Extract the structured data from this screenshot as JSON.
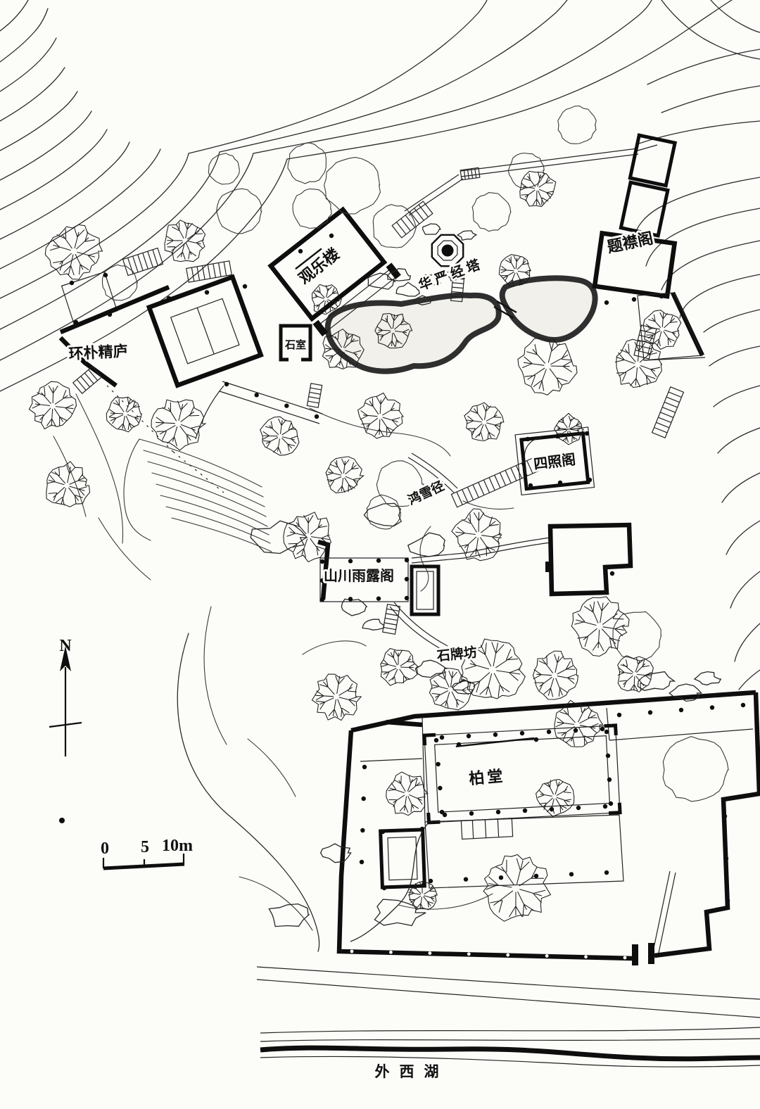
{
  "labels": {
    "tijinge": "题襟阁",
    "guanlelou": "观乐楼",
    "huayanjingta": "华严经塔",
    "huanpujinglu": "环朴精庐",
    "shishi": "石室",
    "sizhaoge": "四照阁",
    "hongxuejing": "鸿雪径",
    "shanchuanyuluge": "山川雨露阁",
    "shipaifang": "石牌坊",
    "baitang": "柏堂",
    "waixihu": "外西湖"
  },
  "compass": {
    "letter": "N"
  },
  "scale_bar": {
    "t0": "0",
    "t1": "5",
    "t2": "10m"
  }
}
